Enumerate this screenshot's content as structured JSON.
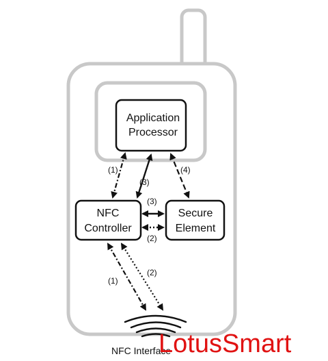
{
  "boxes": {
    "application_processor": [
      "Application",
      "Processor"
    ],
    "nfc_controller": [
      "NFC",
      "Controller"
    ],
    "secure_element": [
      "Secure",
      "Element"
    ]
  },
  "arrows": {
    "ap_nfc_left": "(1)",
    "ap_nfc_right": "(3)",
    "ap_se": "(4)",
    "nfc_se_top": "(3)",
    "nfc_se_bottom": "(2)",
    "iface_left": "(1)",
    "iface_right": "(2)"
  },
  "interface_label": "NFC Interface",
  "watermark": "LotusSmart",
  "colors": {
    "phone_outline": "#c8c8c8",
    "box_stroke": "#111111",
    "watermark": "#e01212"
  }
}
